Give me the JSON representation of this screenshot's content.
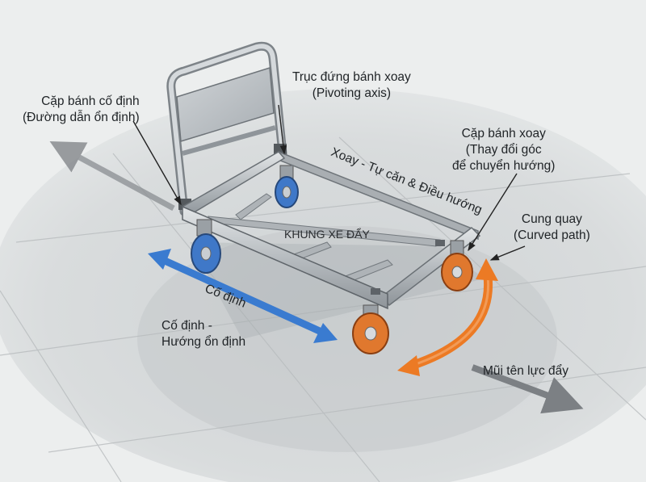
{
  "labels": {
    "fixed_pair": [
      "Cặp bánh cố định",
      "(Đường dẫn ổn định)"
    ],
    "pivot_axis": [
      "Trục đứng bánh xoay",
      "(Pivoting axis)"
    ],
    "swivel_pair": [
      "Cặp bánh xoay",
      "(Thay đổi góc",
      "để chuyển hướng)"
    ],
    "swivel_caption": "Xoay - Tự căn & Điều hướng",
    "frame": "KHUNG XE ĐẨY",
    "curved_path": [
      "Cung quay",
      "(Curved path)"
    ],
    "fixed_arrow": "Cố định",
    "fixed_direction": [
      "Cố định -",
      "Hướng ổn định"
    ],
    "push_arrow": "Mũi tên lực đẩy"
  },
  "colors": {
    "fixed_wheel": "#3f78c8",
    "fixed_arrow": "#3a7bd0",
    "swivel_wheel": "#e0782e",
    "curve_arrow": "#ec7a24",
    "frame_steel": "#b9bec2",
    "floor": "#d7dadb",
    "grey_arrow": "#7c8084"
  },
  "icons": {
    "fixed_arrow": "double-headed-arrow",
    "curve_arrow": "curved-double-headed-arrow",
    "push_arrow": "right-arrow"
  }
}
